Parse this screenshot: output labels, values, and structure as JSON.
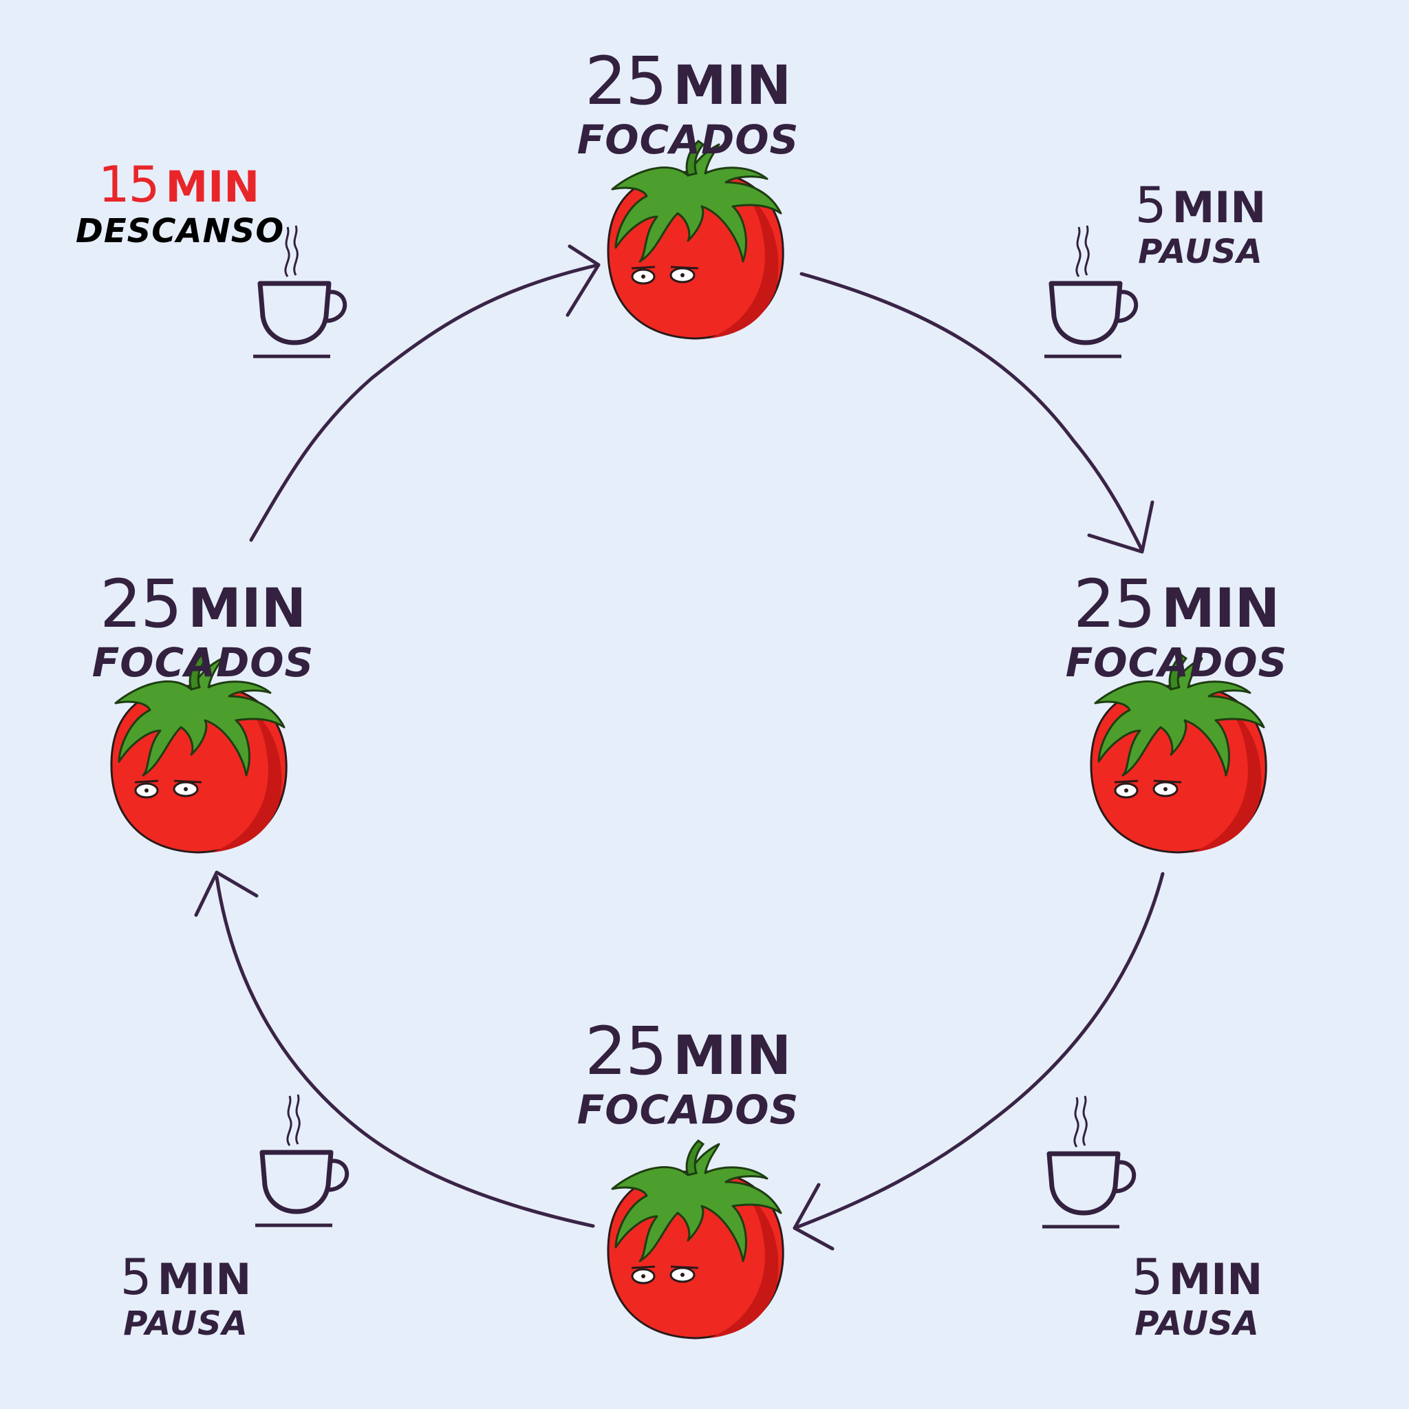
{
  "colors": {
    "background": "#e6eefa",
    "ink": "#33213f",
    "accent": "#e8262a",
    "tomato": "#f02822",
    "leaf": "#4c9f2c"
  },
  "focus": {
    "top": {
      "time": "25",
      "unit": "MIN",
      "caption": "FOCADOS"
    },
    "right": {
      "time": "25",
      "unit": "MIN",
      "caption": "FOCADOS"
    },
    "bottom": {
      "time": "25",
      "unit": "MIN",
      "caption": "FOCADOS"
    },
    "left": {
      "time": "25",
      "unit": "MIN",
      "caption": "FOCADOS"
    }
  },
  "breaks": {
    "top_right": {
      "time": "5",
      "unit": "MIN",
      "caption": "PAUSA"
    },
    "bottom_right": {
      "time": "5",
      "unit": "MIN",
      "caption": "PAUSA"
    },
    "bottom_left": {
      "time": "5",
      "unit": "MIN",
      "caption": "PAUSA"
    },
    "long_rest": {
      "time": "15",
      "unit": "MIN",
      "caption": "DESCANSO"
    }
  },
  "icons": {
    "focus": "tomato-icon",
    "break": "coffee-cup-icon",
    "flow": "arrow-icon"
  }
}
